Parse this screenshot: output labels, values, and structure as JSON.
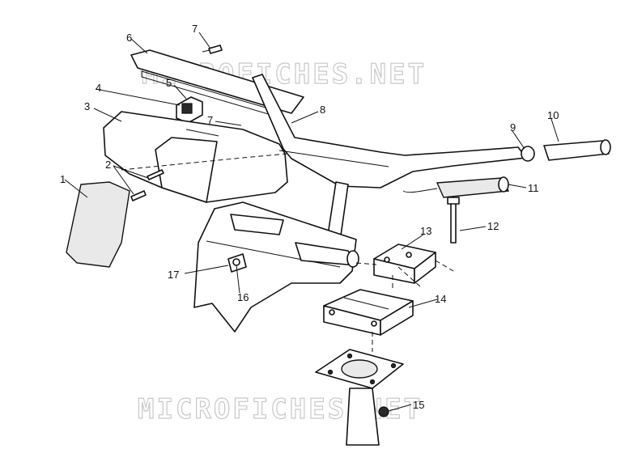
{
  "watermark": {
    "top_text": "MICROFICHES.NET",
    "bottom_text": "MICROFICHES.NET"
  },
  "callouts": [
    "1",
    "2",
    "3",
    "4",
    "5",
    "6",
    "7",
    "7",
    "8",
    "9",
    "10",
    "11",
    "12",
    "13",
    "14",
    "15",
    "16",
    "17"
  ]
}
